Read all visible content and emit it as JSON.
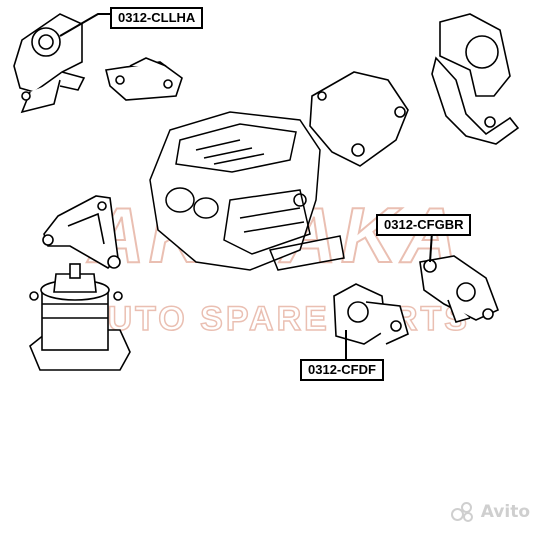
{
  "watermark": {
    "brand": "AKITAKA",
    "tagline": "AUTO SPARE PARTS",
    "logo_color": "#e8b6a4"
  },
  "parts": [
    {
      "id": "part-cllha",
      "label": "0312-CLLHA"
    },
    {
      "id": "part-cfgbr",
      "label": "0312-CFGBR"
    },
    {
      "id": "part-cfdf",
      "label": "0312-CFDF"
    }
  ],
  "footer_watermark": {
    "text": "Avito"
  }
}
